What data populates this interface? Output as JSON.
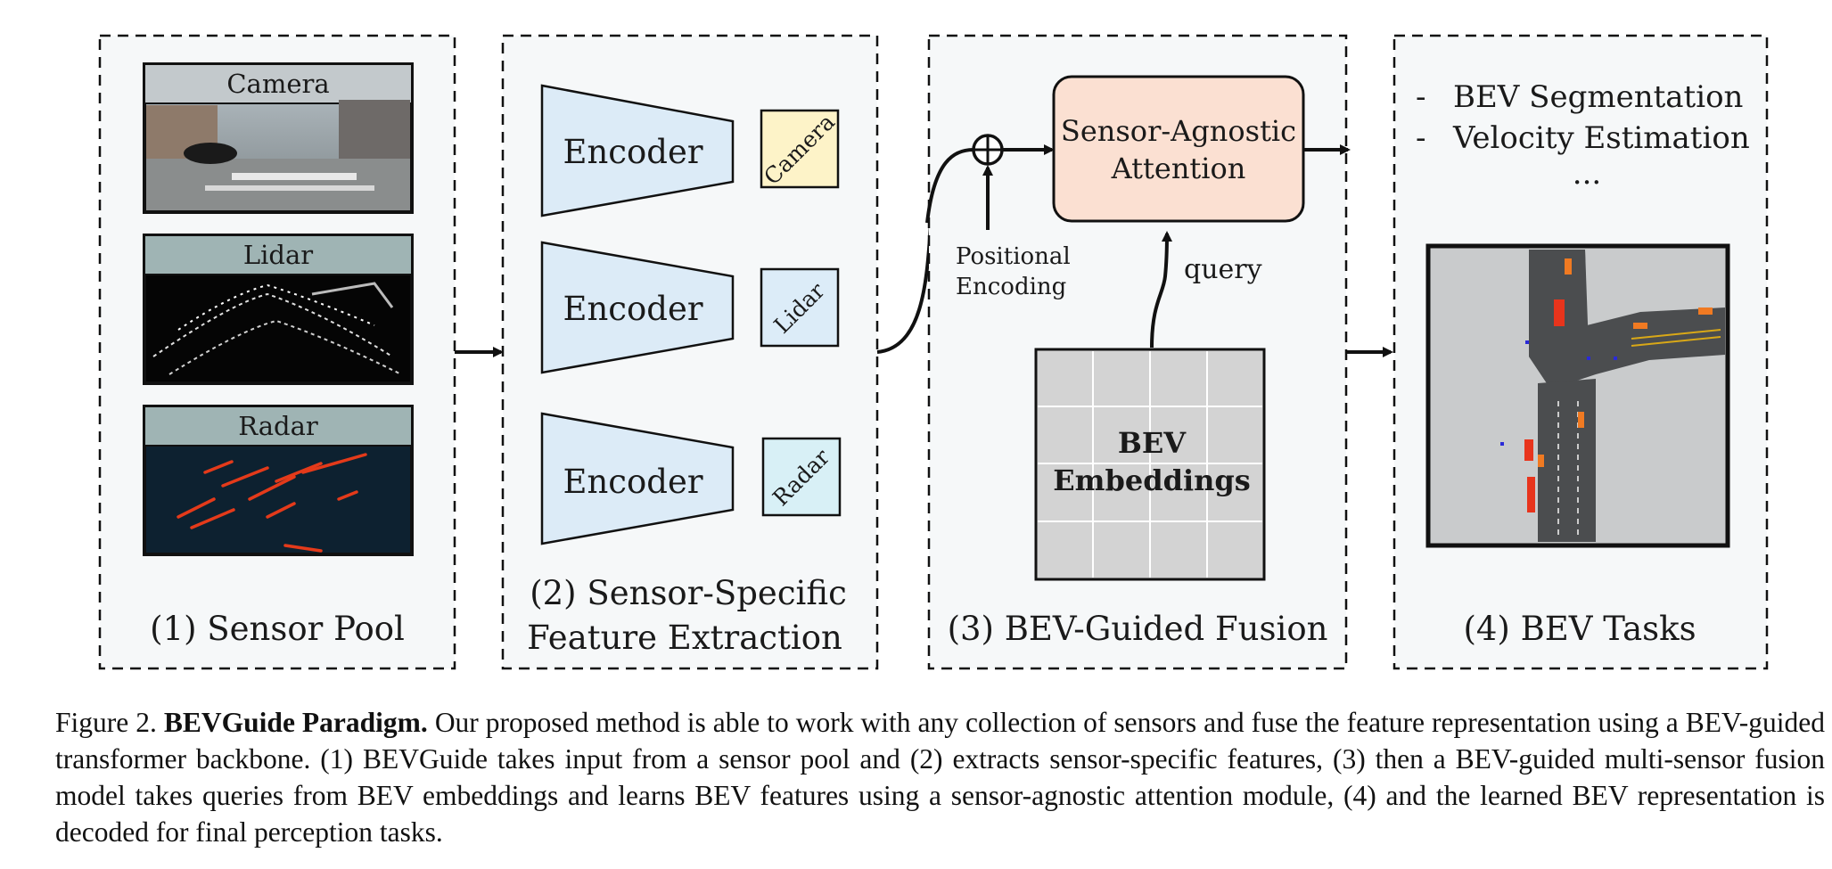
{
  "panels": {
    "sensor_pool": {
      "title": "(1) Sensor Pool",
      "sensors": [
        {
          "label": "Camera"
        },
        {
          "label": "Lidar"
        },
        {
          "label": "Radar"
        }
      ]
    },
    "extraction": {
      "title_line1": "(2) Sensor-Specific",
      "title_line2": "Feature Extraction",
      "encoders": [
        {
          "label": "Encoder",
          "tag": "Camera",
          "tag_color": "#fdf3c8"
        },
        {
          "label": "Encoder",
          "tag": "Lidar",
          "tag_color": "#dcecf8"
        },
        {
          "label": "Encoder",
          "tag": "Radar",
          "tag_color": "#d8f0f6"
        }
      ],
      "encoder_color": "#dcebf7"
    },
    "fusion": {
      "title": "(3) BEV-Guided Fusion",
      "attention_line1": "Sensor-Agnostic",
      "attention_line2": "Attention",
      "attention_color": "#fbe0d2",
      "positional_line1": "Positional",
      "positional_line2": "Encoding",
      "query_label": "query",
      "bev_line1": "BEV",
      "bev_line2": "Embeddings"
    },
    "tasks": {
      "title": "(4) BEV Tasks",
      "items": [
        "BEV Segmentation",
        "Velocity Estimation"
      ],
      "ellipsis": "..."
    }
  },
  "caption": {
    "figure_label": "Figure 2.",
    "bold_title": "BEVGuide Paradigm.",
    "text": "Our proposed method is able to work with any collection of sensors and fuse the feature representation using a BEV-guided transformer backbone. (1) BEVGuide takes input from a sensor pool and (2) extracts sensor-specific features, (3) then a BEV-guided multi-sensor fusion model takes queries from BEV embeddings and learns BEV features using a sensor-agnostic attention module, (4) and the learned BEV representation is decoded for final perception tasks."
  }
}
